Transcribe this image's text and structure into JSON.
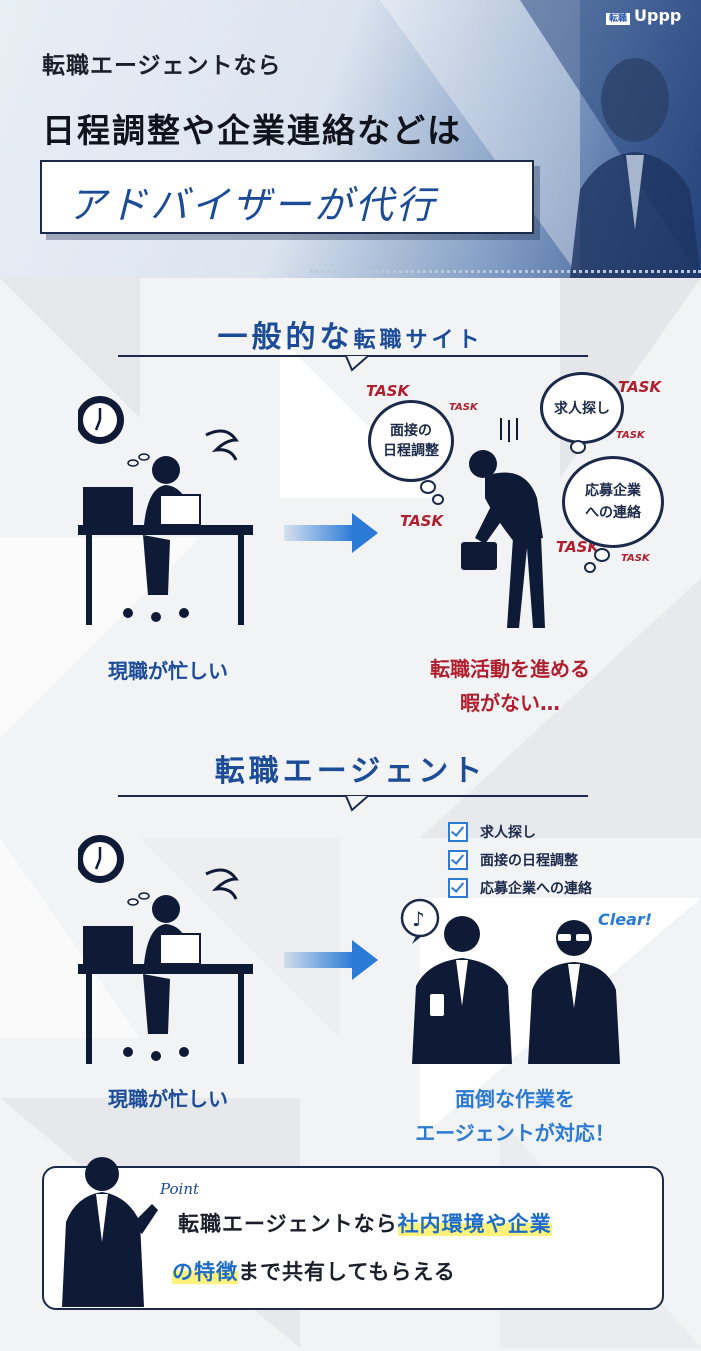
{
  "header": {
    "logo_tag": "転職",
    "logo": "Uppp",
    "subtitle": "転職エージェントなら",
    "title": "日程調整や企業連絡などは",
    "highlight": "アドバイザーが代行"
  },
  "section1": {
    "title_big": "一般的な",
    "title_small": "転職サイト",
    "left_label": "現職が忙しい",
    "right_label_line1": "転職活動を進める",
    "right_label_line2": "暇がない…",
    "cloud1": "面接の\n日程調整",
    "cloud2": "求人探し",
    "cloud3": "応募企業\nへの連絡",
    "task": "TASK"
  },
  "section2": {
    "title": "転職エージェント",
    "left_label": "現職が忙しい",
    "checklist": [
      "求人探し",
      "面接の日程調整",
      "応募企業への連絡"
    ],
    "clear": "Clear!",
    "right_label_line1": "面倒な作業を",
    "right_label_line2": "エージェントが対応！"
  },
  "point": {
    "word": "Point",
    "line1_plain": "転職エージェントなら",
    "line1_hl": "社内環境や企業",
    "line2_hl": "の特徴",
    "line2_plain": "まで共有してもらえる"
  },
  "colors": {
    "navy": "#1b2a4a",
    "blue": "#1c4c98",
    "red": "#b01f2e",
    "accent": "#2a7ad6",
    "highlight": "#fff27a"
  }
}
